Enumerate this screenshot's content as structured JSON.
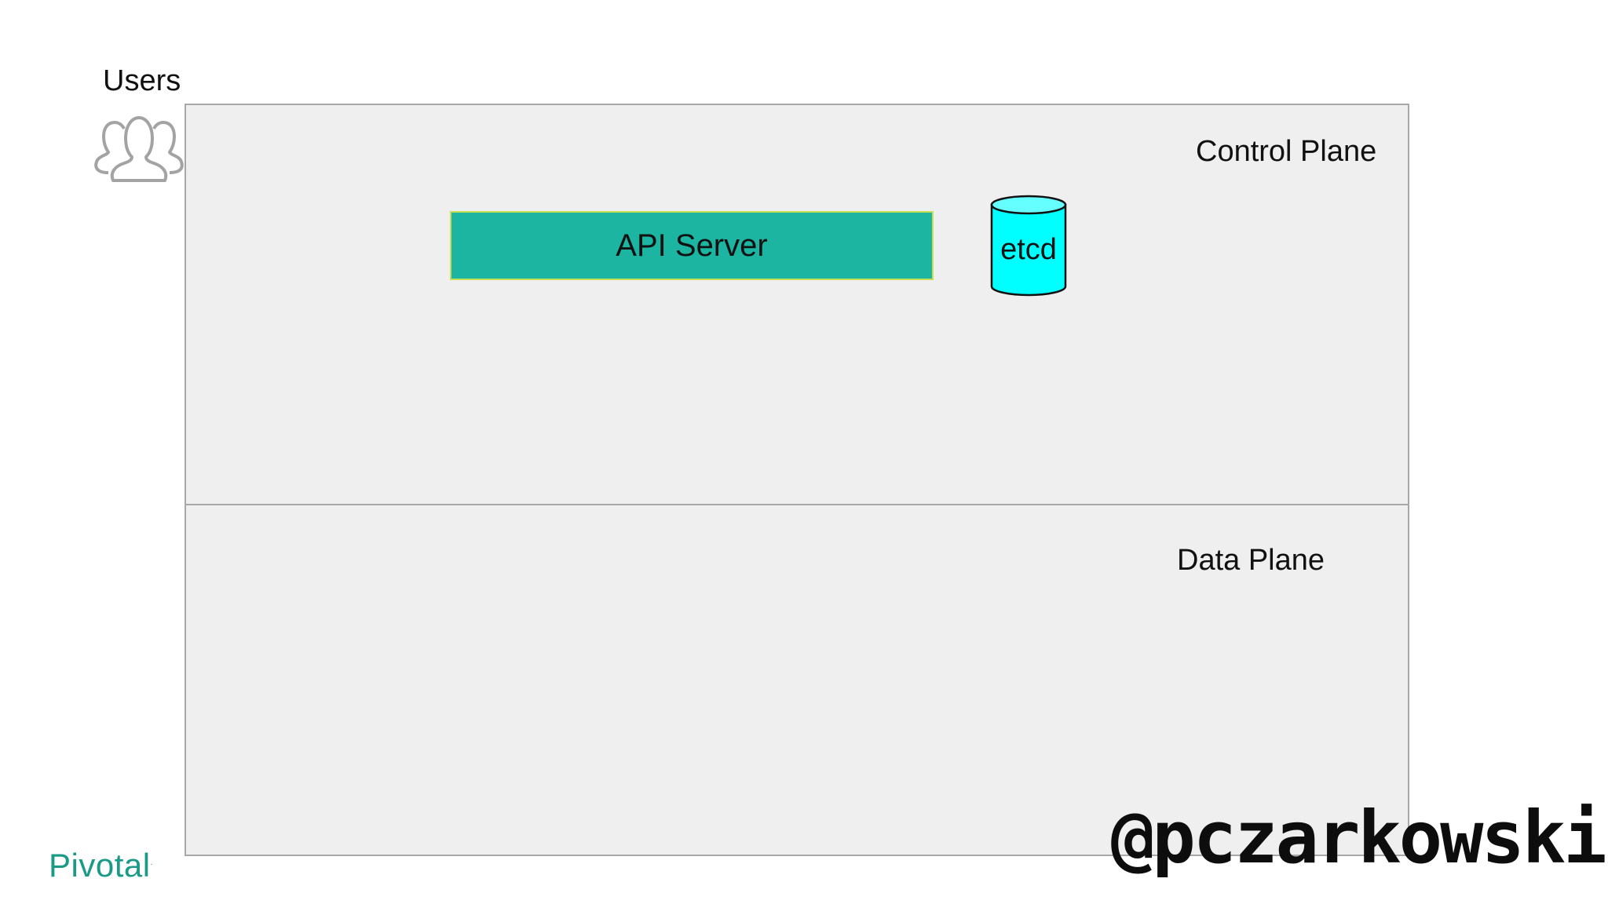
{
  "users": {
    "label": "Users",
    "icon": "users-group-icon"
  },
  "control_plane": {
    "label": "Control Plane",
    "api_server": {
      "label": "API Server",
      "fill": "#1bb5a2",
      "border": "#c6dd55"
    },
    "etcd": {
      "label": "etcd",
      "icon": "database-cylinder-icon",
      "fill": "#00ffff"
    }
  },
  "data_plane": {
    "label": "Data Plane"
  },
  "footer": {
    "brand": "Pivotal",
    "brand_color": "#1a9a87",
    "handle": "@pczarkowski"
  }
}
